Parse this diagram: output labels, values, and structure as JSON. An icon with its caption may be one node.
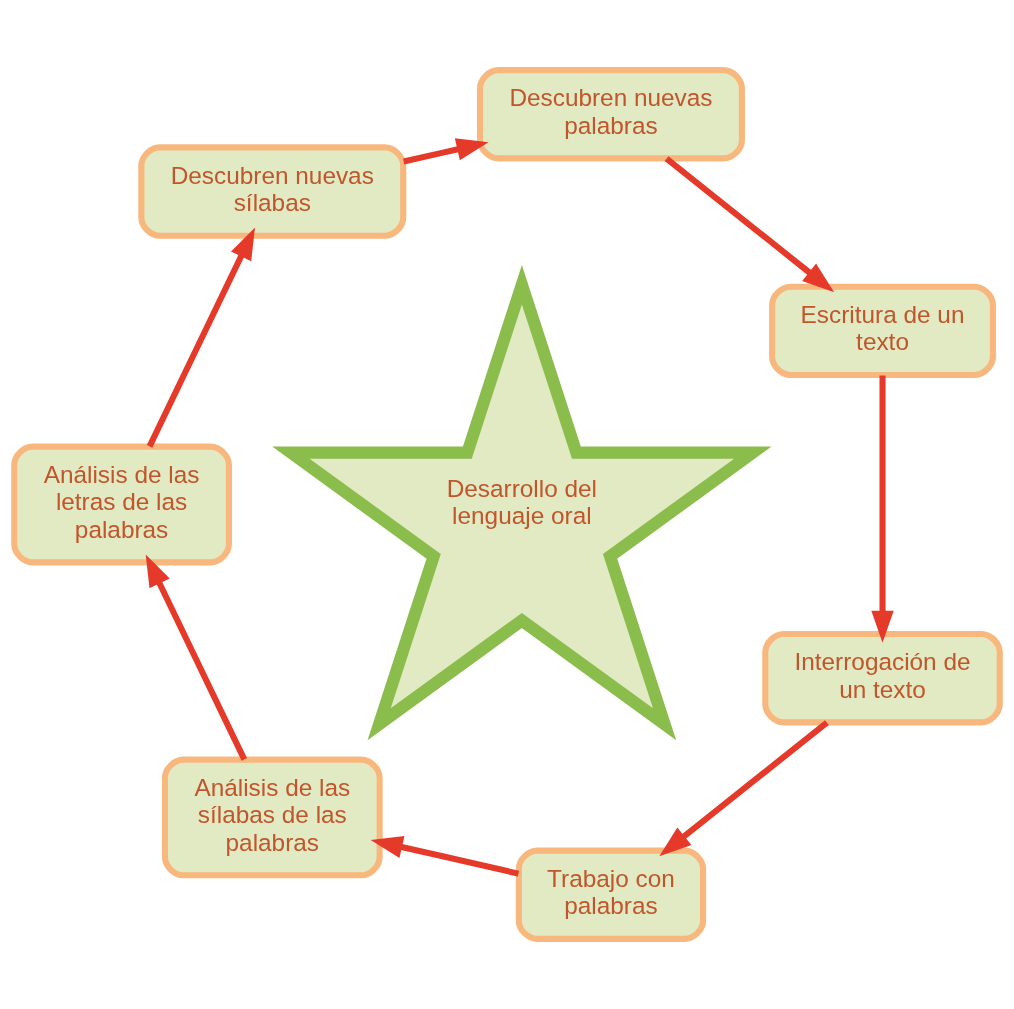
{
  "diagram": {
    "nodes": [
      {
        "text": [
          "Desarrollo del lenguaje oral"
        ]
      },
      {
        "text": [
          "Escritura de un texto"
        ]
      },
      {
        "text": [
          "Descubren nuevas palabras"
        ]
      },
      {
        "text": [
          "Descubren nuevas sílabas"
        ]
      },
      {
        "text": [
          "Análisis de las letras de las palabras"
        ]
      },
      {
        "text": [
          "Análisis de las sílabas de las palabras"
        ]
      },
      {
        "text": [
          "Trabajo con palabras"
        ]
      },
      {
        "text": [
          "Interrogación de un texto"
        ]
      }
    ],
    "edges": [
      {
        "from": 5,
        "to": 4,
        "arrow": "to"
      },
      {
        "from": 4,
        "to": 3,
        "arrow": "to"
      },
      {
        "from": 3,
        "to": 2,
        "arrow": "to"
      },
      {
        "from": 2,
        "to": 1,
        "arrow": "to"
      },
      {
        "from": 1,
        "to": 7,
        "arrow": "to"
      },
      {
        "from": 7,
        "to": 6,
        "arrow": "to"
      },
      {
        "from": 6,
        "to": 5,
        "arrow": "to"
      }
    ]
  }
}
